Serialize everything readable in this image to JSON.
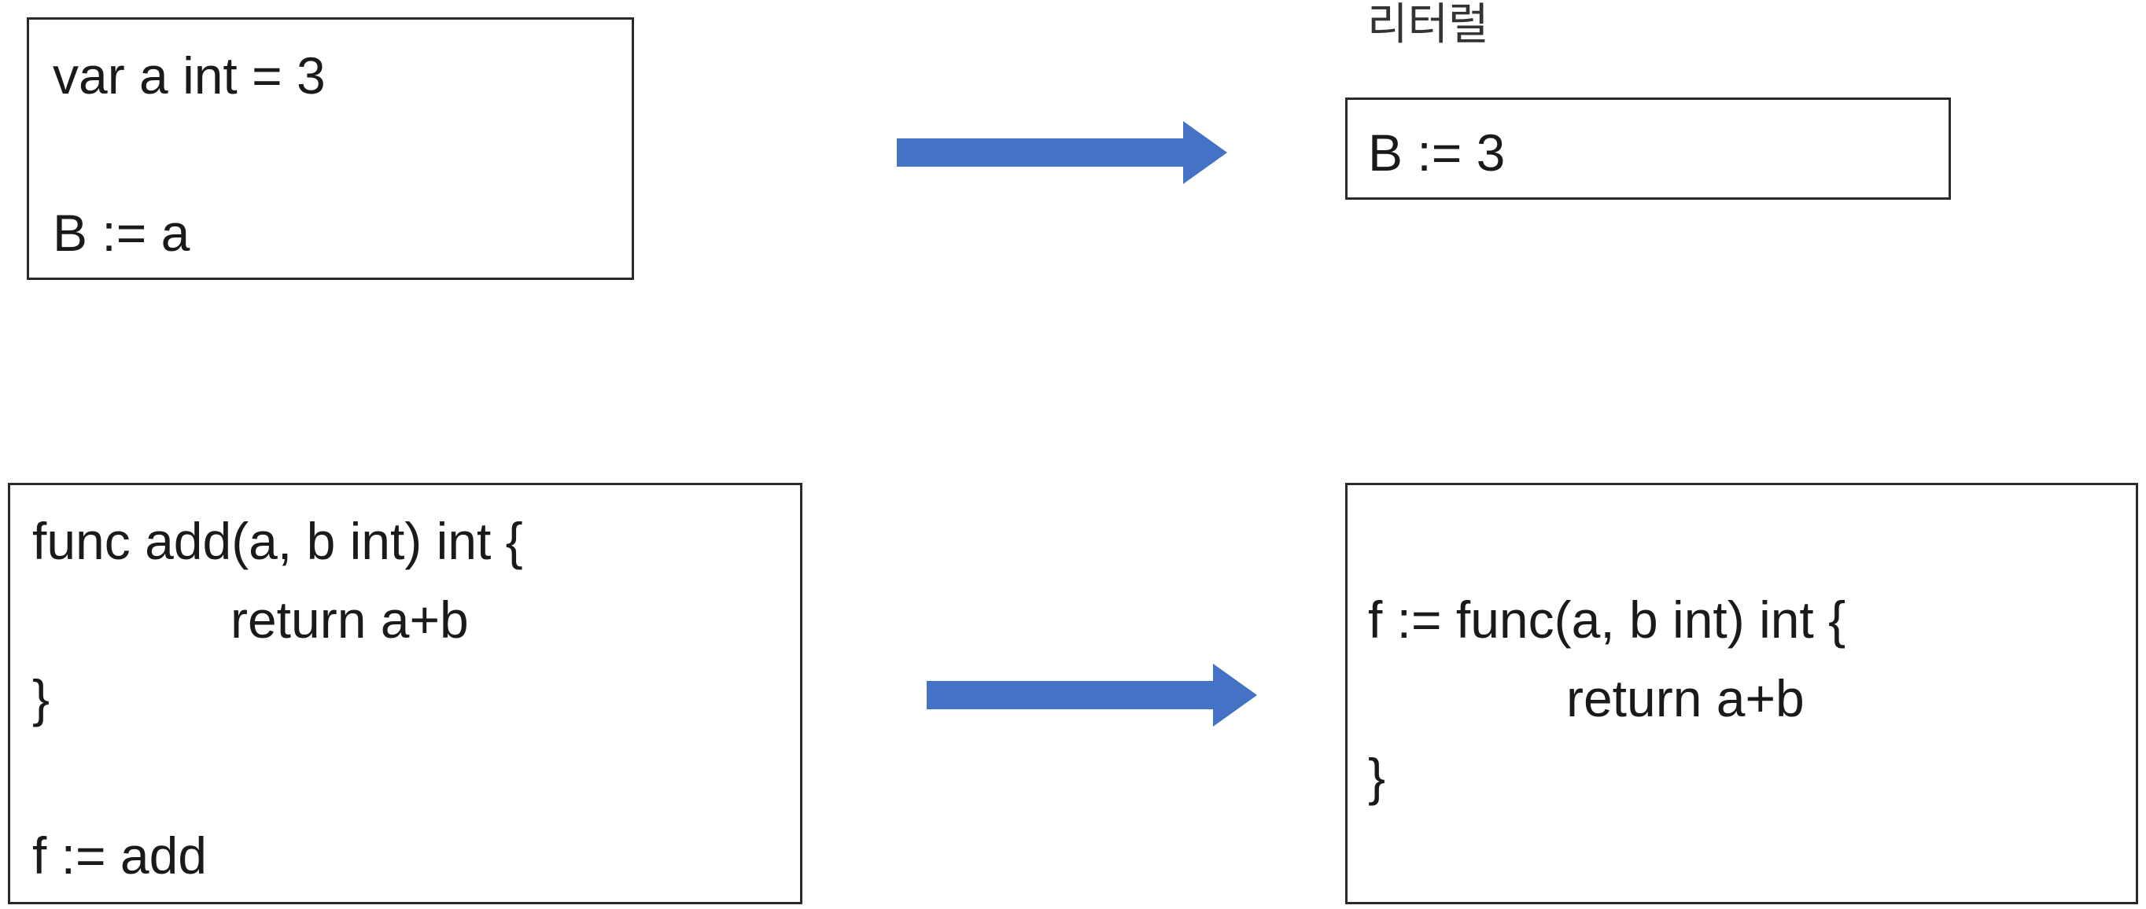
{
  "caption": "리터럴",
  "top_left_box": {
    "lines": [
      "var a int = 3",
      "B := a"
    ]
  },
  "top_right_box": {
    "lines": [
      "B := 3"
    ]
  },
  "bottom_left_box": {
    "lines": [
      "func add(a, b int) int {",
      "return a+b",
      "}",
      "f := add"
    ]
  },
  "bottom_right_box": {
    "lines": [
      "f := func(a, b int) int {",
      "return a+b",
      "}"
    ]
  },
  "colors": {
    "arrow": "#4472C4",
    "border": "#2a2a2a",
    "text": "#1a1a1a"
  },
  "icons": {
    "arrow_top": "right-arrow-icon",
    "arrow_bottom": "right-arrow-icon"
  }
}
